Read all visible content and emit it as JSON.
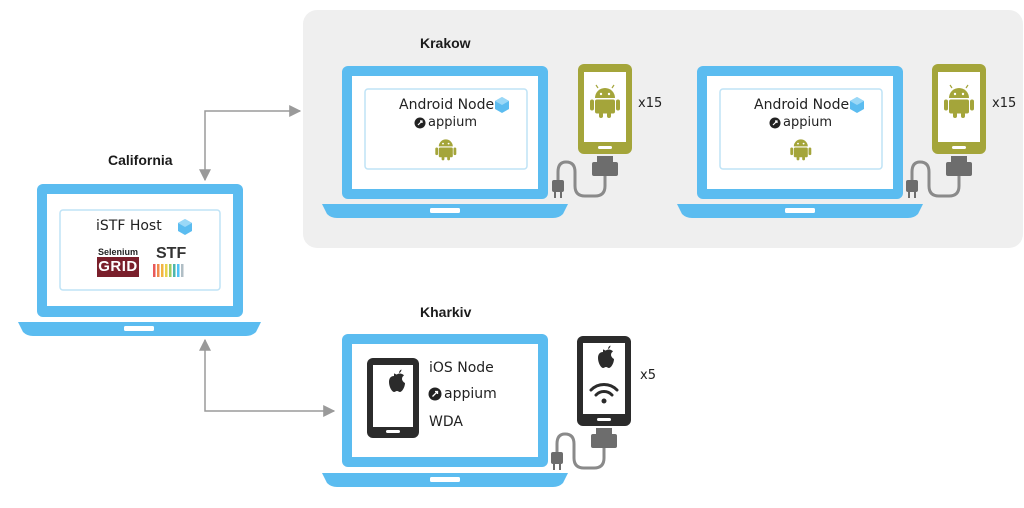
{
  "locations": {
    "california": "California",
    "krakow": "Krakow",
    "kharkiv": "Kharkiv"
  },
  "host": {
    "title": "iSTF Host",
    "selenium_label": "Selenium",
    "grid_label": "GRID",
    "stf_label": "STF"
  },
  "krakow_nodes": [
    {
      "title": "Android Node",
      "tool": "appium",
      "count": "x15"
    },
    {
      "title": "Android Node",
      "tool": "appium",
      "count": "x15"
    }
  ],
  "kharkiv_node": {
    "title": "iOS Node",
    "tool": "appium",
    "agent": "WDA",
    "count": "x5"
  },
  "colors": {
    "laptop_blue": "#5bbcf0",
    "panel_gray": "#efefef",
    "android_green": "#a4a53a",
    "cube_blue": "#5bbcf0",
    "cable_gray": "#8a8a8a",
    "ios_dark": "#2b2b2b",
    "grid_red": "#7a1f2b"
  },
  "icons": [
    "cube-icon",
    "android-icon",
    "apple-icon",
    "wifi-icon",
    "appium-icon",
    "plug-icon",
    "stf-stripes-icon"
  ]
}
